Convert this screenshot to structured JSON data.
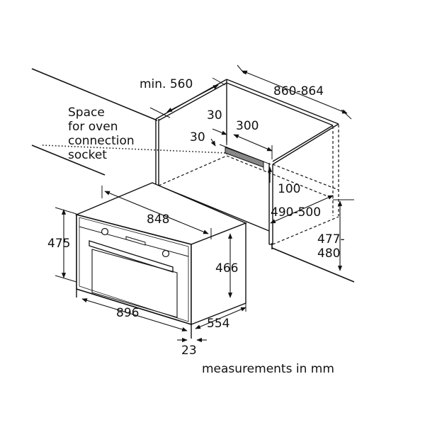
{
  "labels": {
    "min_560": "min. 560",
    "w_860_864": "860-864",
    "socket": [
      "Space",
      "for oven",
      "connection",
      "socket"
    ],
    "d30_a": "30",
    "d300": "300",
    "d30_b": "30",
    "d100": "100",
    "d848": "848",
    "d490_500": "490-500",
    "d477": "477-",
    "d480": "480",
    "d475": "475",
    "d466": "466",
    "d896": "896",
    "d554": "554",
    "d23": "23",
    "footer": "measurements in mm"
  }
}
